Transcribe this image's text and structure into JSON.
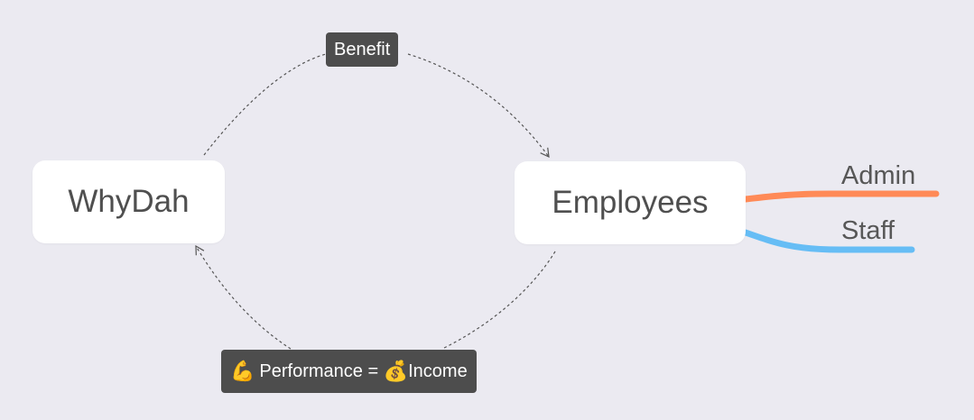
{
  "nodes": {
    "whydah": "WhyDah",
    "employees": "Employees"
  },
  "relationships": {
    "benefit": "Benefit",
    "performance": {
      "icon_left": "flexed-biceps-emoji",
      "text_left": "Performance = ",
      "icon_right": "money-bag-emoji",
      "text_right": "Income"
    }
  },
  "branches": {
    "admin": {
      "label": "Admin",
      "color": "#ff8a57"
    },
    "staff": {
      "label": "Staff",
      "color": "#66bdf5"
    }
  },
  "colors": {
    "background": "#ebeaf1",
    "connector": "#555555",
    "label_fill": "#4d4d4d"
  }
}
